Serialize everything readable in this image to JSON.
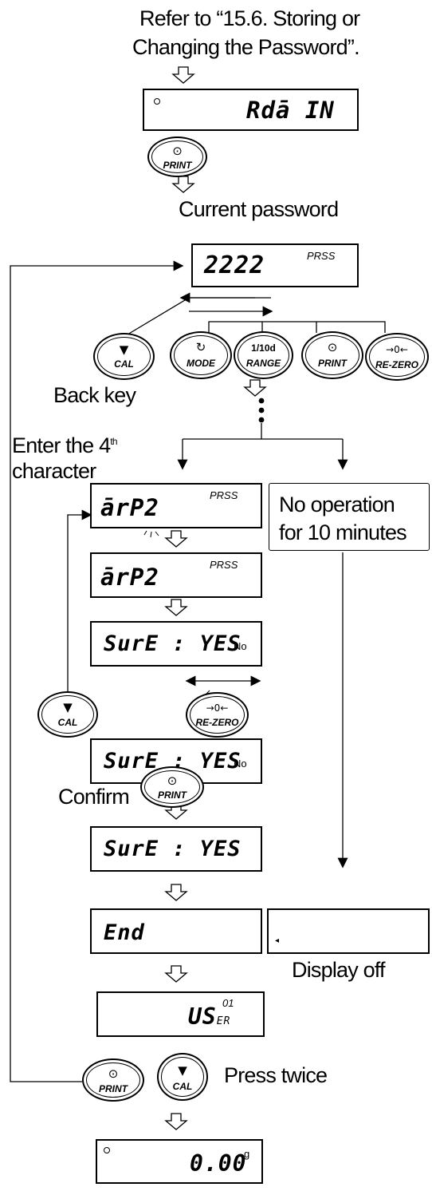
{
  "header": {
    "line1": "Refer to “15.6. Storing or",
    "line2": "Changing the Password”."
  },
  "displays": {
    "admin": "Rdā IN",
    "current_pw": "2222",
    "pass_label": "PRSS",
    "nrp2": "ārP2",
    "sure_yes": "SurE : YES",
    "no_label": "No",
    "end": "End",
    "user": "US",
    "user_small": "ER",
    "user_index": "01",
    "weight": "0.00",
    "unit": "g"
  },
  "keys": {
    "print": "PRINT",
    "cal": "CAL",
    "mode": "MODE",
    "range": "RANGE",
    "range_top": "1/10d",
    "rezero": "RE-ZERO"
  },
  "labels": {
    "current_password": "Current password",
    "back_key": "Back key",
    "enter_4th_1": "Enter the 4",
    "enter_4th_sup": "th",
    "enter_4th_2": "character",
    "no_op_1": "No operation",
    "no_op_2": "for 10 minutes",
    "confirm": "Confirm",
    "display_off": "Display off",
    "press_twice": "Press twice"
  }
}
